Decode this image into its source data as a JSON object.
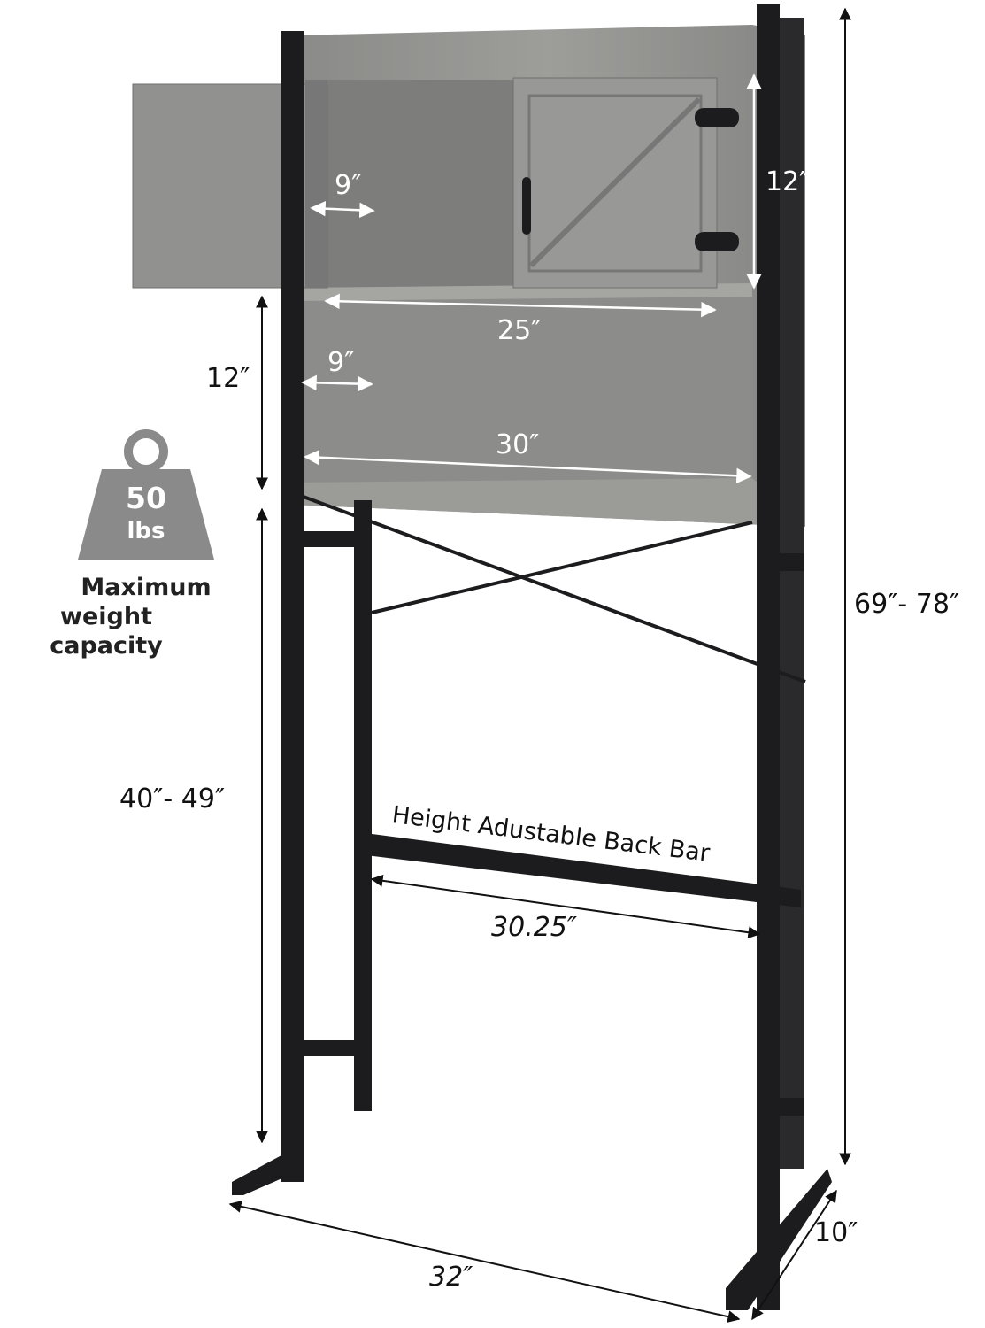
{
  "dimensions": {
    "top_door_depth": "9″",
    "top_cabinet_height": "12″",
    "top_shelf_width": "25″",
    "lower_shelf_height": "12″",
    "lower_shelf_depth": "9″",
    "lower_shelf_width": "30″",
    "total_height": "69″- 78″",
    "clearance_height": "40″- 49″",
    "back_bar_width": "30.25″",
    "base_width": "32″",
    "base_depth": "10″"
  },
  "back_bar_label": "Height Adustable Back Bar",
  "weight": {
    "value": "50",
    "unit": "lbs",
    "caption_line1": "Maximum",
    "caption_line2": "weight capacity",
    "icon": "weight-icon",
    "color": "#8a8a8a"
  },
  "colors": {
    "frame": "#1c1c1e",
    "wood": "#8e8e8c"
  }
}
